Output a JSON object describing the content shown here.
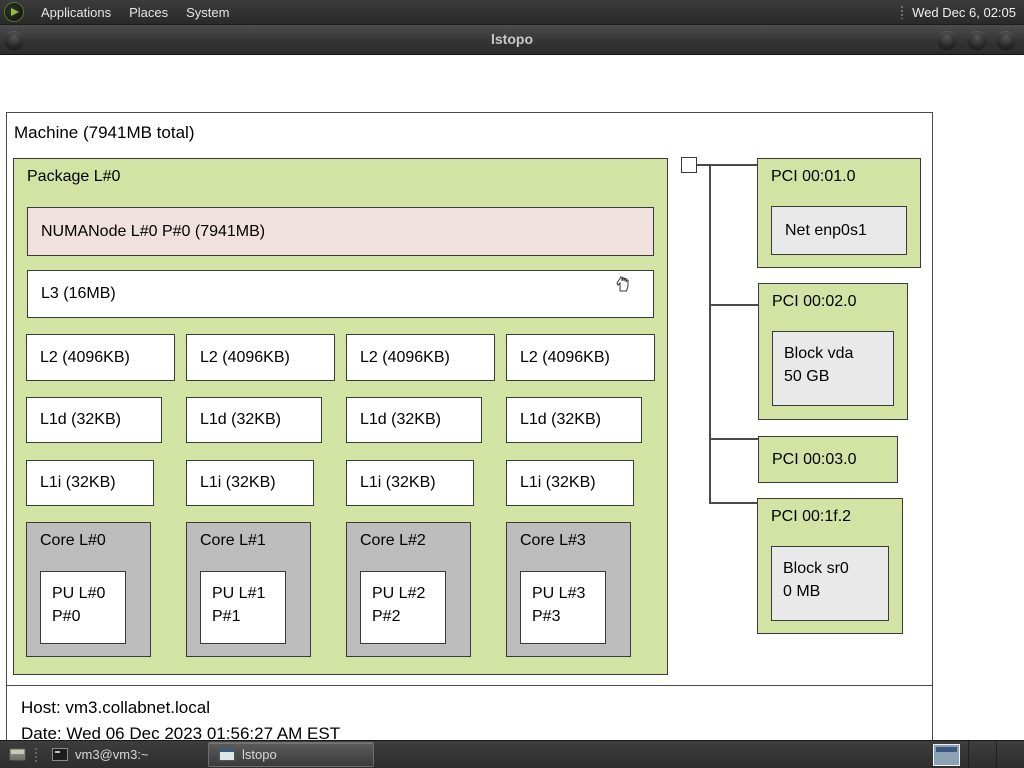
{
  "panel": {
    "menus": [
      {
        "label": "Applications"
      },
      {
        "label": "Places"
      },
      {
        "label": "System"
      }
    ],
    "clock": "Wed Dec 6, 02:05"
  },
  "window": {
    "title": "lstopo"
  },
  "machine": {
    "label": "Machine (7941MB total)",
    "package": {
      "label": "Package L#0",
      "numanode": "NUMANode L#0 P#0 (7941MB)",
      "l3": "L3 (16MB)",
      "l2": [
        "L2 (4096KB)",
        "L2 (4096KB)",
        "L2 (4096KB)",
        "L2 (4096KB)"
      ],
      "l1d": [
        "L1d (32KB)",
        "L1d (32KB)",
        "L1d (32KB)",
        "L1d (32KB)"
      ],
      "l1i": [
        "L1i (32KB)",
        "L1i (32KB)",
        "L1i (32KB)",
        "L1i (32KB)"
      ],
      "cores": [
        {
          "label": "Core L#0",
          "pu_line1": "PU L#0",
          "pu_line2": "P#0"
        },
        {
          "label": "Core L#1",
          "pu_line1": "PU L#1",
          "pu_line2": "P#1"
        },
        {
          "label": "Core L#2",
          "pu_line1": "PU L#2",
          "pu_line2": "P#2"
        },
        {
          "label": "Core L#3",
          "pu_line1": "PU L#3",
          "pu_line2": "P#3"
        }
      ]
    },
    "pci": [
      {
        "label": "PCI 00:01.0",
        "device": {
          "line1": "Net enp0s1",
          "line2": ""
        }
      },
      {
        "label": "PCI 00:02.0",
        "device": {
          "line1": "Block vda",
          "line2": "50 GB"
        }
      },
      {
        "label": "PCI 00:03.0"
      },
      {
        "label": "PCI 00:1f.2",
        "device": {
          "line1": "Block sr0",
          "line2": "0 MB"
        }
      }
    ],
    "legend": {
      "host": "Host: vm3.collabnet.local",
      "date": "Date: Wed 06 Dec 2023 01:56:27 AM EST"
    }
  },
  "taskbar": {
    "tasks": [
      {
        "label": "vm3@vm3:~"
      },
      {
        "label": "lstopo"
      }
    ]
  },
  "colors": {
    "package_green": "#d2e3a3",
    "numanode_pink": "#f1e1de",
    "core_gray": "#bdbdbd",
    "device_gray": "#e9e9e9",
    "panel_dark": "#2e2e2e"
  }
}
